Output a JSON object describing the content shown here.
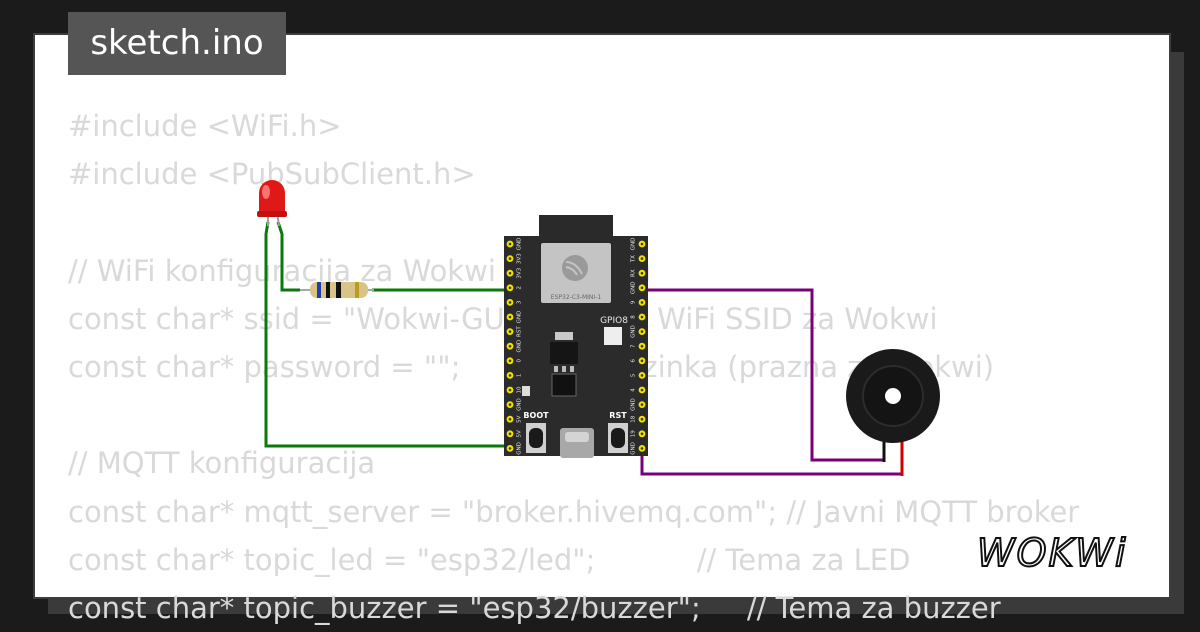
{
  "tab": {
    "label": "sketch.ino"
  },
  "code_lines": [
    "#include <WiFi.h>",
    "#include <PubSubClient.h>",
    "",
    "// WiFi konfiguracija za Wokwi simulaciju",
    "const char* ssid = \"Wokwi-GUEST\";     // WiFi SSID za Wokwi",
    "const char* password = \"\";             // Lozinka (prazna za Wokwi)",
    "",
    "// MQTT konfiguracija",
    "const char* mqtt_server = \"broker.hivemq.com\"; // Javni MQTT broker",
    "const char* topic_led = \"esp32/led\";           // Tema za LED",
    "const char* topic_buzzer = \"esp32/buzzer\";     // Tema za buzzer"
  ],
  "board": {
    "module_label": "ESP32-C3-MINI-1",
    "gpio_label": "GPIO8",
    "boot_label": "BOOT",
    "rst_label": "RST",
    "left_pins": [
      "GND",
      "3V3",
      "3V3",
      "2",
      "3",
      "GND",
      "RST",
      "GND",
      "0",
      "1",
      "10",
      "GND",
      "5V",
      "5V",
      "GND"
    ],
    "right_pins": [
      "GND",
      "TX",
      "RX",
      "GND",
      "9",
      "8",
      "GND",
      "7",
      "6",
      "5",
      "4",
      "GND",
      "18",
      "19",
      "GND"
    ]
  },
  "wire_colors": {
    "led": "#0b7a0b",
    "buzzer": "#7a007a"
  },
  "logo": {
    "text": "WOKWi"
  }
}
